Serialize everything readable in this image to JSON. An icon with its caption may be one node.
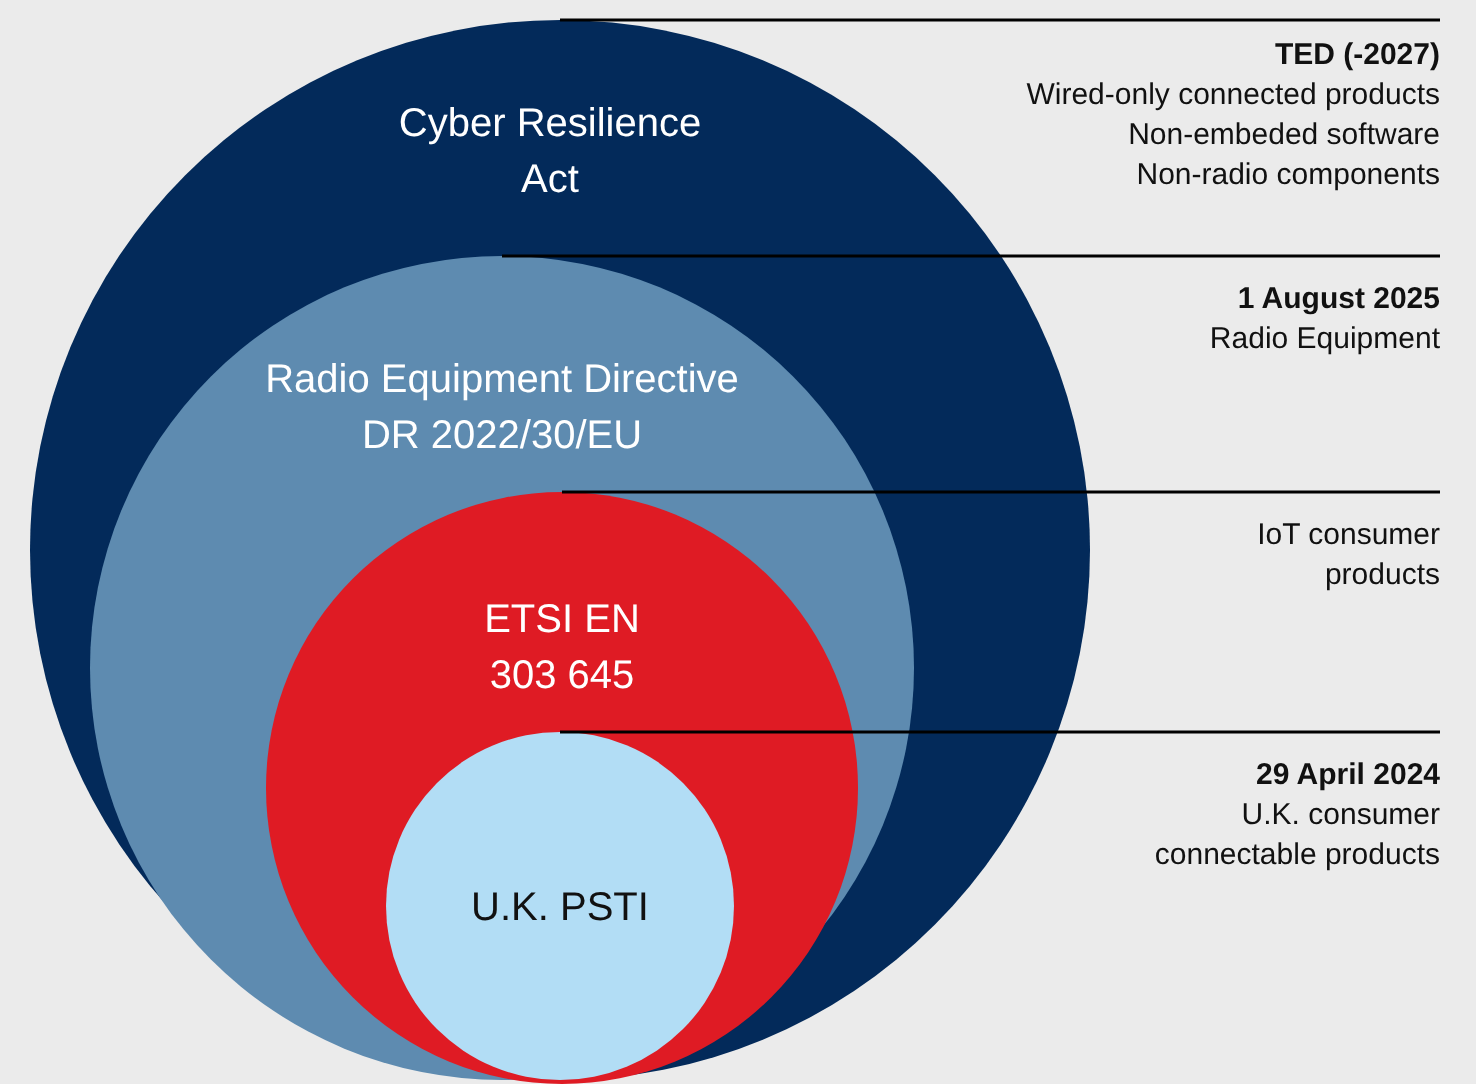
{
  "diagram": {
    "nodes": [
      {
        "text": [
          "Cyber Resilience Act"
        ]
      },
      {
        "text": [
          "Radio Equipment Directive DR 2022/30/EU"
        ],
        "in": 0
      },
      {
        "text": [
          "ETSI EN 303 645"
        ],
        "in": 1
      },
      {
        "text": [
          "U.K. PSTI"
        ],
        "in": 2
      },
      {
        "text": [
          "TED (-2027)",
          "Wired-only connected products",
          "Non-embeded software",
          "Non-radio components"
        ]
      },
      {
        "text": [
          "1 August 2025",
          "Radio Equipment"
        ]
      },
      {
        "text": [
          "IoT consumer products"
        ]
      },
      {
        "text": [
          "29 April 2024",
          "U.K. consumer connectable products"
        ]
      }
    ],
    "edges": [
      {
        "from": 4,
        "to": 0,
        "arrow": "none"
      },
      {
        "from": 5,
        "to": 1,
        "arrow": "none"
      },
      {
        "from": 6,
        "to": 2,
        "arrow": "none"
      },
      {
        "from": 7,
        "to": 3,
        "arrow": "none"
      }
    ]
  }
}
